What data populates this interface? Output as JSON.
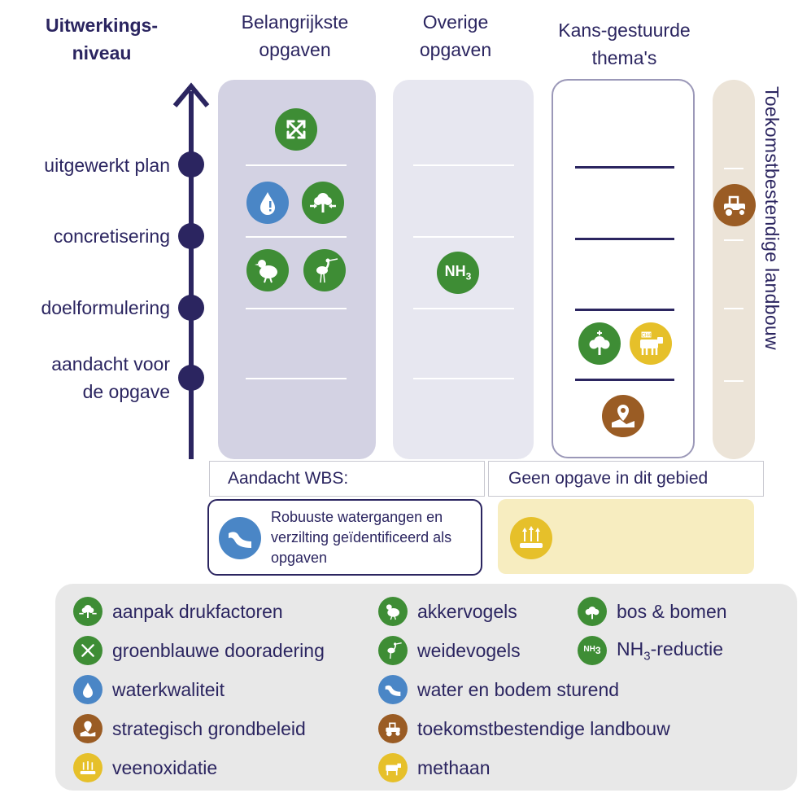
{
  "headers": {
    "level": "Uitwerkings-\nniveau",
    "col1": "Belangrijkste\nopgaven",
    "col2": "Overige\nopgaven",
    "col3": "Kans-gestuurde\nthema's"
  },
  "levels": [
    "uitgewerkt plan",
    "concretisering",
    "doelformulering",
    "aandacht voor\nde opgave"
  ],
  "side_label": "Toekomstbestendige landbouw",
  "boxes": {
    "wbs": "Aandacht WBS:",
    "geen": "Geen opgave  in dit gebied",
    "robuust": "Robuuste watergangen en verzilting geïdentificeerd als opgaven"
  },
  "nh3_icon": {
    "main": "NH",
    "sub": "3"
  },
  "icons": {
    "col1_row0": "groenblauwe-dooradering-icon",
    "col1_row1": [
      "waterkwaliteit-icon",
      "aanpak-drukfactoren-icon"
    ],
    "col1_row2": [
      "akkervogels-icon",
      "weidevogels-icon"
    ],
    "col2": "nh3-reductie-icon",
    "col3_row3": [
      "bos-bomen-icon",
      "methaan-icon"
    ],
    "col3_row4": "strategisch-grondbeleid-icon",
    "side": "toekomstbestendige-landbouw-icon",
    "wbs": "water-bodem-sturend-icon",
    "geen": "veenoxidatie-icon"
  },
  "legend": [
    {
      "label": "aanpak drukfactoren",
      "icon": "aanpak-drukfactoren-icon",
      "color": "#3e8d35"
    },
    {
      "label": "akkervogels",
      "icon": "akkervogels-icon",
      "color": "#3e8d35"
    },
    {
      "label": "bos & bomen",
      "icon": "bos-bomen-icon",
      "color": "#3e8d35"
    },
    {
      "label": "groenblauwe dooradering",
      "icon": "groenblauwe-dooradering-icon",
      "color": "#3e8d35"
    },
    {
      "label": "weidevogels",
      "icon": "weidevogels-icon",
      "color": "#3e8d35"
    },
    {
      "label_main": "NH",
      "label_sub": "3",
      "label_rest": "-reductie",
      "icon": "nh3-reductie-icon",
      "color": "#3e8d35",
      "icon_text_main": "NH",
      "icon_text_sub": "3"
    },
    {
      "label": "waterkwaliteit",
      "icon": "waterkwaliteit-icon",
      "color": "#4a86c6"
    },
    {
      "label": "water en bodem sturend",
      "icon": "water-bodem-sturend-icon",
      "color": "#4a86c6"
    },
    {
      "label": "strategisch grondbeleid",
      "icon": "strategisch-grondbeleid-icon",
      "color": "#9a5c24"
    },
    {
      "label": "toekomstbestendige landbouw",
      "icon": "toekomstbestendige-landbouw-icon",
      "color": "#9a5c24"
    },
    {
      "label": "veenoxidatie",
      "icon": "veenoxidatie-icon",
      "color": "#e6c02a"
    },
    {
      "label": "methaan",
      "icon": "methaan-icon",
      "color": "#e6c02a"
    }
  ],
  "colors": {
    "navy": "#2b2560",
    "col1_bg": "#d3d2e3",
    "col2_bg": "#e7e7f0",
    "side_bg": "#ece4d8",
    "yellow_box": "#f7edc0"
  }
}
